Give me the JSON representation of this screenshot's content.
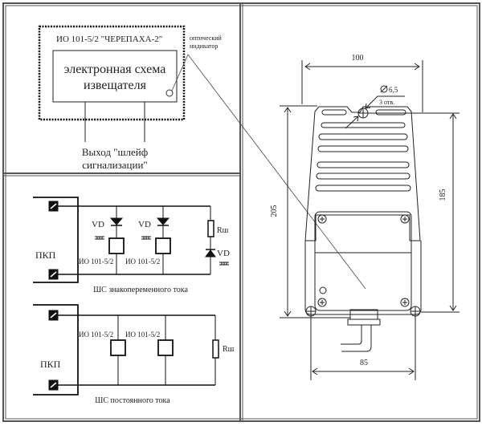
{
  "panel_block": {
    "device_title": "ИО 101-5/2 \"ЧЕРЕПАХА-2\"",
    "scheme_line1": "электронная схема",
    "scheme_line2": "извещателя",
    "optical_line1": "оптический",
    "optical_line2": "индикатор",
    "output_line1": "Выход \"шлейф",
    "output_line2": "сигнализации\""
  },
  "panel_ac": {
    "pkp": "ПКП",
    "vd1": "VD",
    "vd2": "VD",
    "vd3": "VD",
    "r": "Rш",
    "dev1": "ИО 101-5/2",
    "dev2": "ИО 101-5/2",
    "caption": "ШС знакопеременного тока"
  },
  "panel_dc": {
    "pkp": "ПКП",
    "dev1": "ИО 101-5/2",
    "dev2": "ИО 101-5/2",
    "r": "Rш",
    "caption": "ШС постоянного тока"
  },
  "panel_drawing": {
    "dim_width": "100",
    "dim_hole": "6,5",
    "dim_holes_count": "3 отв.",
    "dim_total_height": "205",
    "dim_height": "185",
    "dim_bottom": "85"
  }
}
